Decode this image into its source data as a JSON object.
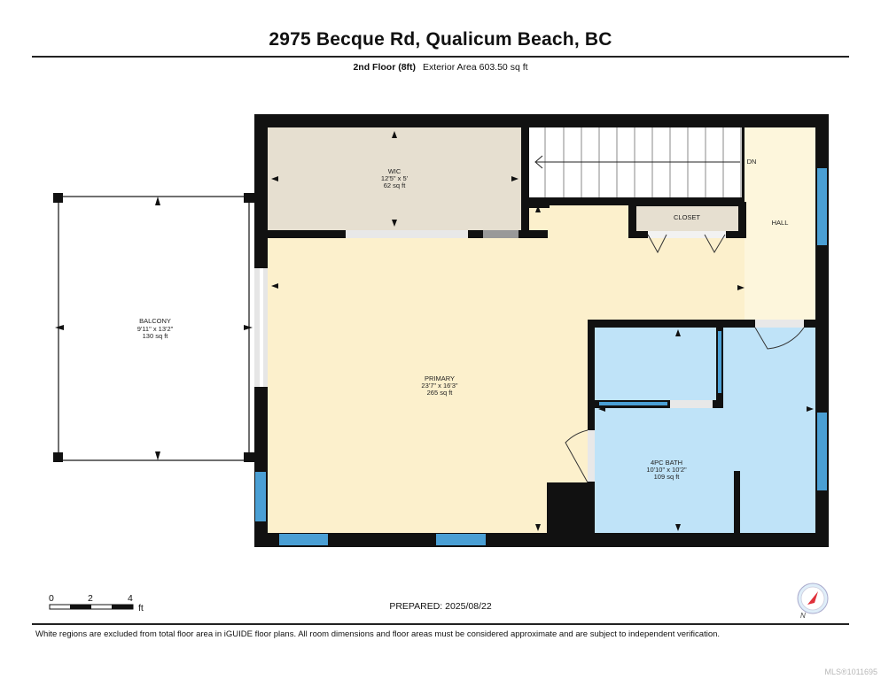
{
  "header": {
    "title": "2975 Becque Rd, Qualicum Beach, BC",
    "floor": "2nd Floor (8ft)",
    "exterior_area": "Exterior Area 603.50 sq ft"
  },
  "rooms": {
    "wic": {
      "name": "WIC",
      "dims": "12'5\" x 5'",
      "area": "62 sq ft"
    },
    "balcony": {
      "name": "BALCONY",
      "dims": "9'11\" x 13'2\"",
      "area": "130 sq ft"
    },
    "primary": {
      "name": "PRIMARY",
      "dims": "23'7\" x 16'3\"",
      "area": "265 sq ft"
    },
    "bath": {
      "name": "4PC BATH",
      "dims": "10'10\" x 10'2\"",
      "area": "109 sq ft"
    },
    "closet": {
      "name": "CLOSET"
    },
    "hall": {
      "name": "HALL"
    },
    "stairs": {
      "label": "DN"
    }
  },
  "scale": {
    "ticks": [
      "0",
      "2",
      "4"
    ],
    "unit": "ft"
  },
  "prepared": "PREPARED: 2025/08/22",
  "compass": {
    "label": "N"
  },
  "footnote": "White regions are excluded from total floor area in iGUIDE floor plans. All room dimensions and floor areas must be considered approximate and are subject to independent verification.",
  "watermark": "MLS®1011695",
  "colors": {
    "wall": "#111111",
    "wic": "#e6dfd0",
    "primary": "#fcf0cc",
    "hall": "#fdf6dc",
    "bath": "#bfe3f8",
    "window": "#4a9fd4",
    "stairs": "#ffffff"
  }
}
